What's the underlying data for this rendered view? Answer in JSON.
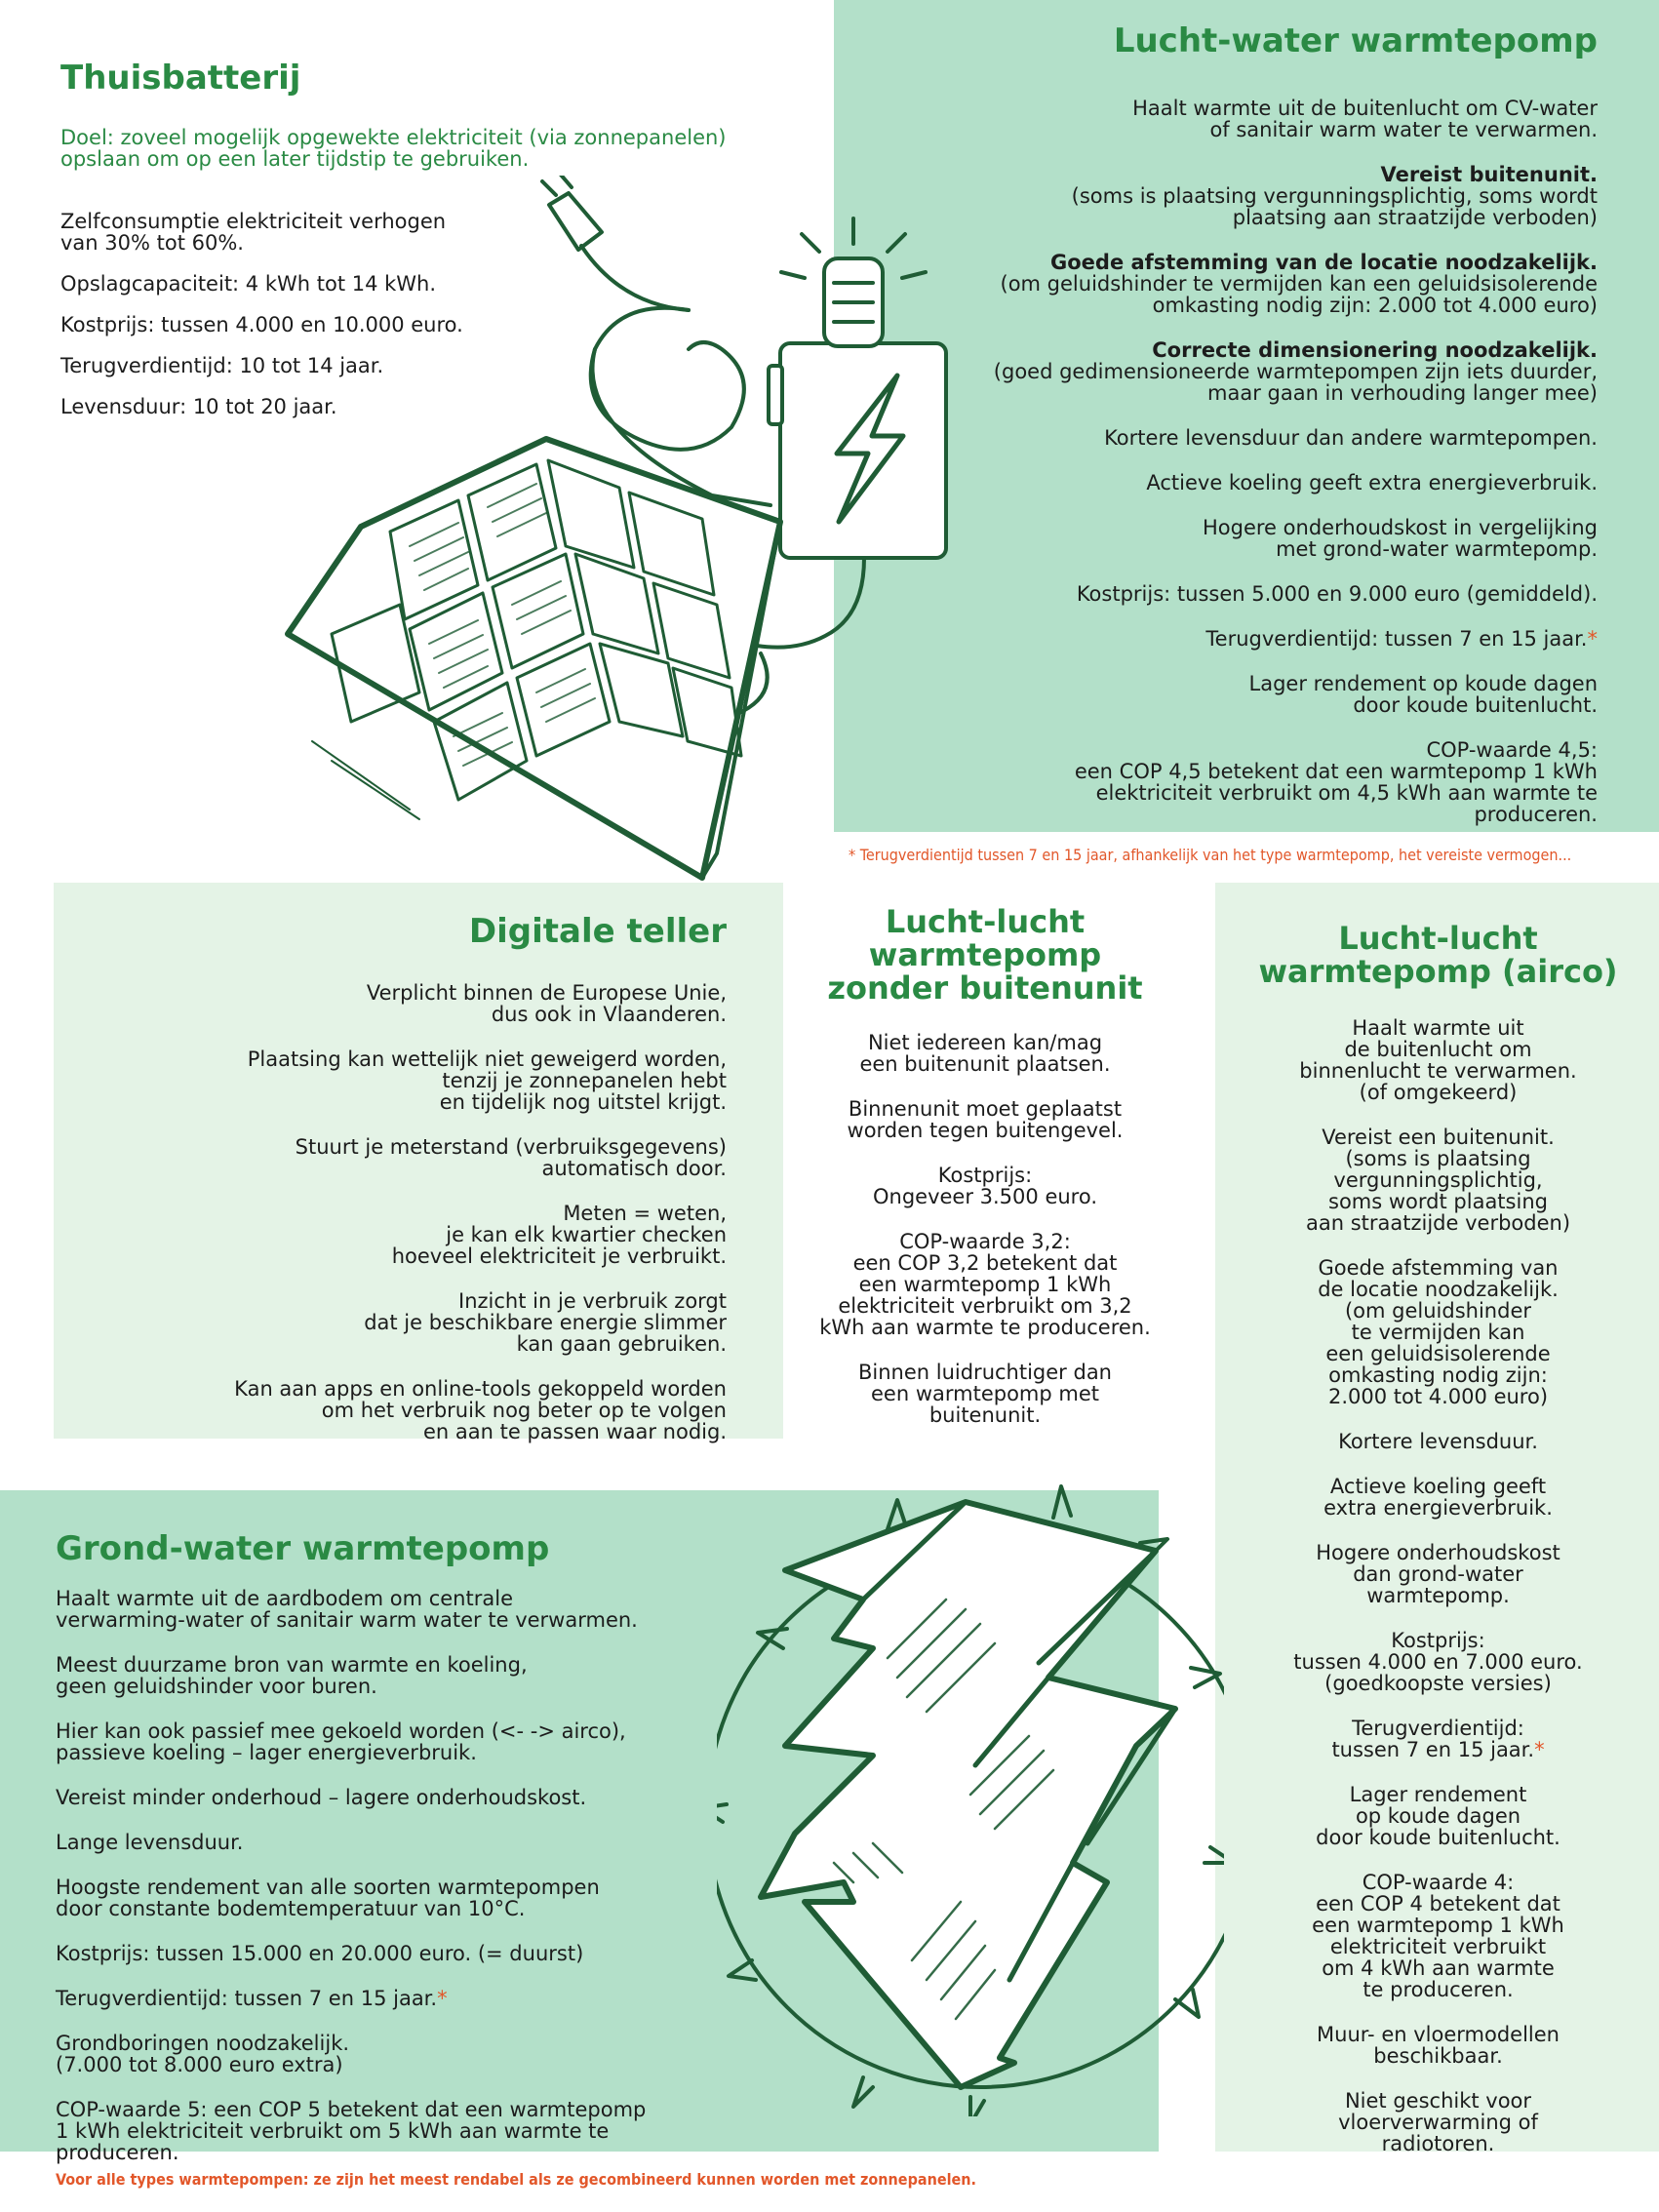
{
  "colors": {
    "green_dark": "#2a8a44",
    "panel_medium": "#b3e0c9",
    "panel_light": "#e4f3e6",
    "accent_orange": "#e2572a",
    "ink": "#1f5c35"
  },
  "thuisbatterij": {
    "title": "Thuisbatterij",
    "intro": [
      "Doel: zoveel mogelijk opgewekte elektriciteit (via zonnepanelen)",
      "opslaan om op een later tijdstip te gebruiken."
    ],
    "items": [
      "Zelfconsumptie elektriciteit verhogen",
      "van 30% tot 60%.",
      "Opslagcapaciteit: 4 kWh tot 14 kWh.",
      "Kostprijs: tussen 4.000 en 10.000 euro.",
      "Terugverdientijd: 10 tot 14 jaar.",
      "Levensduur: 10 tot 20 jaar."
    ]
  },
  "lucht_water": {
    "title": "Lucht-water warmtepomp",
    "p": [
      "Haalt warmte uit de buitenlucht om CV-water",
      "of sanitair warm water te verwarmen.",
      "Vereist buitenunit.",
      "(soms is plaatsing vergunningsplichtig, soms wordt",
      "plaatsing aan straatzijde verboden)",
      "Goede afstemming van de locatie noodzakelijk.",
      "(om geluidshinder te vermijden kan een geluidsisolerende",
      "omkasting nodig zijn: 2.000 tot 4.000 euro)",
      "Correcte dimensionering noodzakelijk.",
      "(goed gedimensioneerde warmtepompen zijn iets duurder,",
      "maar gaan in verhouding langer mee)",
      "Kortere levensduur dan andere warmtepompen.",
      "Actieve koeling geeft extra energieverbruik.",
      "Hogere onderhoudskost in vergelijking",
      "met grond-water warmtepomp.",
      "Kostprijs: tussen 5.000 en 9.000 euro (gemiddeld).",
      "Terugverdientijd: tussen 7 en 15 jaar.",
      "Lager rendement op koude dagen",
      "door koude buitenlucht.",
      "COP-waarde 4,5:",
      "een COP 4,5 betekent dat een warmtepomp 1 kWh",
      "elektriciteit verbruikt om 4,5 kWh aan warmte te",
      "produceren."
    ],
    "star": "*",
    "footnote": "* Terugverdientijd tussen 7 en 15 jaar, afhankelijk van het type warmtepomp, het vereiste vermogen..."
  },
  "digitale_teller": {
    "title": "Digitale teller",
    "p": [
      "Verplicht binnen de Europese Unie,",
      "dus ook in Vlaanderen.",
      "Plaatsing kan wettelijk niet geweigerd worden,",
      "tenzij je zonnepanelen hebt",
      "en tijdelijk nog uitstel krijgt.",
      "Stuurt je meterstand (verbruiksgegevens)",
      "automatisch door.",
      "Meten = weten,",
      "je kan elk kwartier checken",
      "hoeveel elektriciteit je verbruikt.",
      "Inzicht in je verbruik zorgt",
      "dat je beschikbare energie slimmer",
      "kan gaan gebruiken.",
      "Kan aan apps en online-tools gekoppeld worden",
      "om het verbruik nog beter op te volgen",
      "en aan te passen waar nodig."
    ]
  },
  "lucht_lucht_zonder": {
    "title": [
      "Lucht-lucht",
      "warmtepomp",
      "zonder buitenunit"
    ],
    "p": [
      "Niet iedereen kan/mag",
      "een buitenunit plaatsen.",
      "Binnenunit moet geplaatst",
      "worden tegen buitengevel.",
      "Kostprijs:",
      "Ongeveer 3.500 euro.",
      "COP-waarde 3,2:",
      "een COP 3,2 betekent dat",
      "een warmtepomp 1 kWh",
      "elektriciteit verbruikt om 3,2",
      "kWh aan warmte te produceren.",
      "Binnen luidruchtiger dan",
      "een warmtepomp met",
      "buitenunit."
    ]
  },
  "lucht_lucht_airco": {
    "title": [
      "Lucht-lucht",
      "warmtepomp (airco)"
    ],
    "p": [
      "Haalt warmte uit",
      "de buitenlucht om",
      "binnenlucht te verwarmen.",
      "(of omgekeerd)",
      "Vereist een buitenunit.",
      "(soms is plaatsing",
      "vergunningsplichtig,",
      "soms wordt plaatsing",
      "aan straatzijde verboden)",
      "Goede afstemming van",
      "de locatie noodzakelijk.",
      "(om geluidshinder",
      "te vermijden kan",
      "een geluidsisolerende",
      "omkasting nodig zijn:",
      "2.000 tot 4.000 euro)",
      "Kortere levensduur.",
      "Actieve koeling geeft",
      "extra energieverbruik.",
      "Hogere onderhoudskost",
      "dan grond-water",
      "warmtepomp.",
      "Kostprijs:",
      "tussen 4.000 en 7.000 euro.",
      "(goedkoopste versies)",
      "Terugverdientijd:",
      "tussen 7 en 15 jaar.",
      "Lager rendement",
      "op koude dagen",
      "door koude buitenlucht.",
      "COP-waarde 4:",
      "een COP 4 betekent dat",
      "een warmtepomp 1 kWh",
      "elektriciteit verbruikt",
      "om 4 kWh aan warmte",
      "te produceren.",
      "Muur- en vloermodellen",
      "beschikbaar.",
      "Niet geschikt voor",
      "vloerverwarming of",
      "radiotoren."
    ],
    "star": "*"
  },
  "grond_water": {
    "title": "Grond-water warmtepomp",
    "p": [
      "Haalt warmte uit de aardbodem om centrale",
      "verwarming-water of sanitair warm water te verwarmen.",
      "Meest duurzame bron van warmte en koeling,",
      "geen geluidshinder voor buren.",
      "Hier kan ook passief mee gekoeld worden (<- -> airco),",
      "passieve koeling – lager energieverbruik.",
      "Vereist minder onderhoud – lagere onderhoudskost.",
      "Lange levensduur.",
      "Hoogste rendement van alle soorten warmtepompen",
      "door constante bodemtemperatuur van 10°C.",
      "Kostprijs: tussen 15.000 en 20.000 euro. (= duurst)",
      "Terugverdientijd: tussen 7 en 15 jaar.",
      "Grondboringen noodzakelijk.",
      "(7.000 tot 8.000 euro extra)",
      "COP-waarde 5: een COP 5 betekent dat een warmtepomp",
      "1 kWh elektriciteit verbruikt om 5 kWh aan warmte te",
      "produceren."
    ],
    "star": "*"
  },
  "footer": "Voor alle types warmtepompen: ze zijn het meest rendabel als ze gecombineerd kunnen worden met zonnepanelen.",
  "illustrations": {
    "top": "solar-panel-battery-illustration",
    "bottom": "lightning-bolt-illustration"
  }
}
